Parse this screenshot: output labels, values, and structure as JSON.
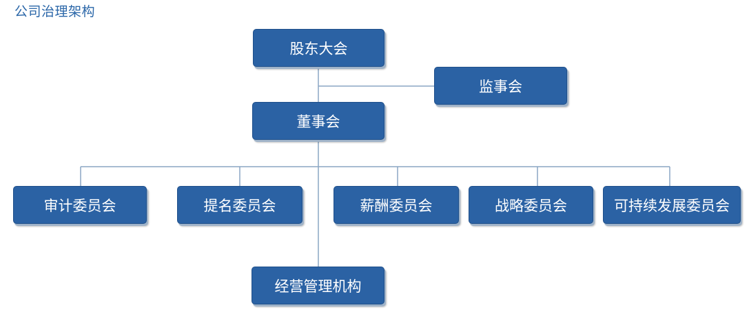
{
  "title": "公司治理架构",
  "nodes": {
    "shareholders": "股东大会",
    "supervisors": "监事会",
    "board": "董事会",
    "committees": {
      "audit": "审计委员会",
      "nomination": "提名委员会",
      "compensation": "薪酬委员会",
      "strategy": "战略委员会",
      "sustainability": "可持续发展委员会"
    },
    "management": "经营管理机构"
  }
}
